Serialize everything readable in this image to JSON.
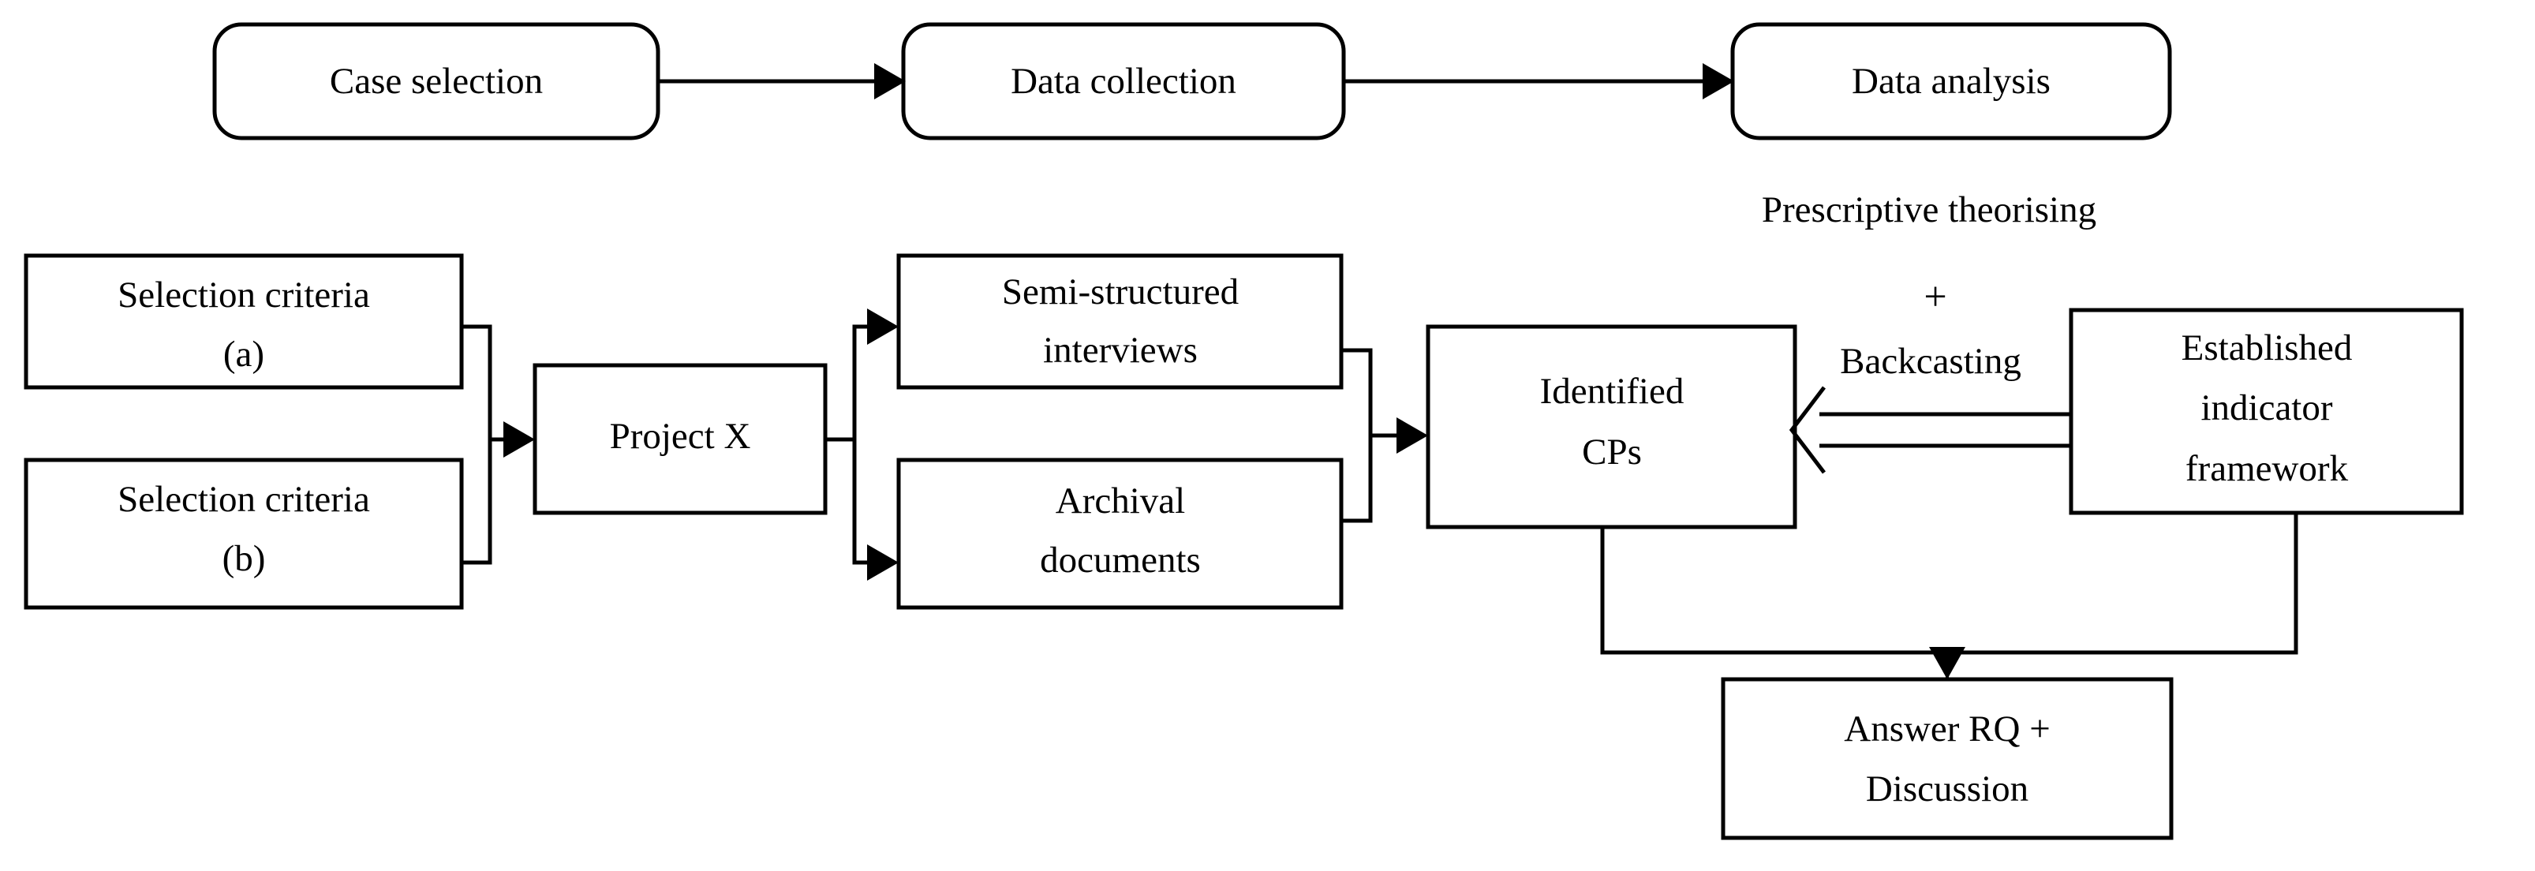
{
  "diagram": {
    "type": "flowchart",
    "title": "Research design flowchart",
    "background_color": "#ffffff",
    "line_color": "#000000",
    "text_color": "#000000",
    "phases": [
      {
        "id": "case-selection",
        "label": "Case selection",
        "shape": "rounded-rectangle"
      },
      {
        "id": "data-collection",
        "label": "Data collection",
        "shape": "rounded-rectangle"
      },
      {
        "id": "data-analysis",
        "label": "Data analysis",
        "shape": "rounded-rectangle"
      }
    ],
    "nodes": [
      {
        "id": "selection-criteria-a",
        "line1": "Selection criteria",
        "line2": "(a)",
        "shape": "rectangle"
      },
      {
        "id": "selection-criteria-b",
        "line1": "Selection criteria",
        "line2": "(b)",
        "shape": "rectangle"
      },
      {
        "id": "project-x",
        "line1": "Project X",
        "line2": "",
        "shape": "rectangle"
      },
      {
        "id": "semi-structured-interviews",
        "line1": "Semi-structured",
        "line2": "interviews",
        "shape": "rectangle"
      },
      {
        "id": "archival-documents",
        "line1": "Archival",
        "line2": "documents",
        "shape": "rectangle"
      },
      {
        "id": "identified-cps",
        "line1": "Identified",
        "line2": "CPs",
        "shape": "rectangle"
      },
      {
        "id": "established-indicator-framework",
        "line1": "Established",
        "line2": "indicator",
        "line3": "framework",
        "shape": "rectangle"
      },
      {
        "id": "answer-rq-discussion",
        "line1": "Answer RQ +",
        "line2": "Discussion",
        "shape": "rectangle"
      }
    ],
    "free_labels": [
      {
        "id": "prescriptive-theorising",
        "text": "Prescriptive theorising"
      },
      {
        "id": "plus-sign",
        "text": "+"
      },
      {
        "id": "backcasting",
        "text": "Backcasting"
      }
    ],
    "edges": [
      {
        "from": "case-selection",
        "to": "data-collection",
        "style": "solid-arrow"
      },
      {
        "from": "data-collection",
        "to": "data-analysis",
        "style": "solid-arrow"
      },
      {
        "from": "selection-criteria-a",
        "to": "project-x",
        "style": "merge-arrow"
      },
      {
        "from": "selection-criteria-b",
        "to": "project-x",
        "style": "merge-arrow"
      },
      {
        "from": "project-x",
        "to": "semi-structured-interviews",
        "style": "split-arrow"
      },
      {
        "from": "project-x",
        "to": "archival-documents",
        "style": "split-arrow"
      },
      {
        "from": "semi-structured-interviews",
        "to": "identified-cps",
        "style": "merge-arrow"
      },
      {
        "from": "archival-documents",
        "to": "identified-cps",
        "style": "merge-arrow"
      },
      {
        "from": "established-indicator-framework",
        "to": "identified-cps",
        "style": "open-double-line-arrow",
        "label": "Backcasting"
      },
      {
        "from": "identified-cps",
        "to": "answer-rq-discussion",
        "style": "merge-arrow"
      },
      {
        "from": "established-indicator-framework",
        "to": "answer-rq-discussion",
        "style": "merge-arrow"
      }
    ]
  }
}
